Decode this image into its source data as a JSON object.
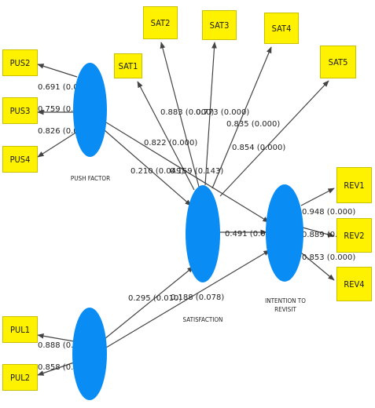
{
  "constructs": {
    "push": {
      "label": "PUSH FACTOR"
    },
    "pull": {
      "label": ""
    },
    "satisfaction": {
      "label": "SATISFACTION"
    },
    "intention": {
      "label_line1": "INTENTION TO",
      "label_line2": "REVISIT"
    }
  },
  "indicators": {
    "pus2": "PUS2",
    "pus3": "PUS3",
    "pus4": "PUS4",
    "pul1": "PUL1",
    "pul2": "PUL2",
    "sat1": "SAT1",
    "sat2": "SAT2",
    "sat3": "SAT3",
    "sat4": "SAT4",
    "sat5": "SAT5",
    "rev1": "REV1",
    "rev2": "REV2",
    "rev4": "REV4"
  },
  "loadings": {
    "pus2": "0.691 (0.000)",
    "pus3": "0.759 (0.000)",
    "pus4": "0.826 (0.000)",
    "pul1": "0.888 (0.000)",
    "pul2": "0.858 (0.000)",
    "sat1": "0.822 (0.000)",
    "sat2": "0.883 (0.000)",
    "sat3": "0.773 (0.000)",
    "sat4": "0.835 (0.000)",
    "sat5": "0.854 (0.000)",
    "rev1": "0.948 (0.000)",
    "rev2": "0.889 (0.000)",
    "rev4": "0.853 (0.000)"
  },
  "paths": {
    "push_sat": "0.210 (0.049)",
    "push_int": "0.159 (0.143)",
    "pull_sat": "0.295 (0.010)",
    "pull_int": "0.188 (0.078)",
    "sat_int": "0.491 (0.000)"
  },
  "colors": {
    "indicator_fill": "#fff200",
    "construct_fill": "#0a8cf5",
    "line": "#444444"
  }
}
